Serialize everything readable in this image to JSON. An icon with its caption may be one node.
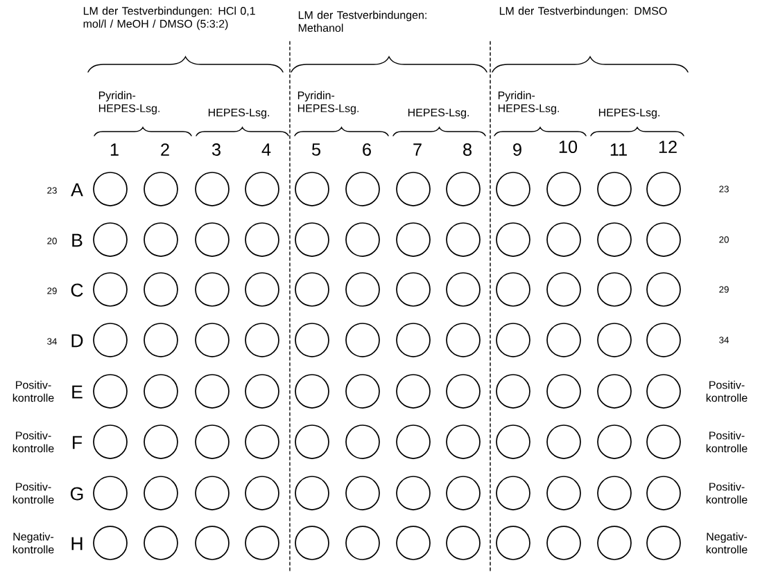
{
  "diagram": {
    "nodes": [
      {
        "text": [],
        "shape": "circle"
      },
      {
        "text": [],
        "shape": "circle"
      },
      {
        "text": [],
        "shape": "circle"
      },
      {
        "text": [],
        "shape": "circle"
      },
      {
        "text": [],
        "shape": "circle"
      },
      {
        "text": [],
        "shape": "circle"
      },
      {
        "text": [],
        "shape": "circle"
      },
      {
        "text": [],
        "shape": "circle"
      },
      {
        "text": [],
        "shape": "circle"
      },
      {
        "text": [],
        "shape": "circle"
      },
      {
        "text": [],
        "shape": "circle"
      },
      {
        "text": [],
        "shape": "circle"
      },
      {
        "text": [],
        "shape": "circle"
      },
      {
        "text": [],
        "shape": "circle"
      },
      {
        "text": [],
        "shape": "circle"
      },
      {
        "text": [],
        "shape": "circle"
      },
      {
        "text": [],
        "shape": "circle"
      },
      {
        "text": [],
        "shape": "circle"
      },
      {
        "text": [],
        "shape": "circle"
      },
      {
        "text": [],
        "shape": "circle"
      },
      {
        "text": [],
        "shape": "circle"
      },
      {
        "text": [],
        "shape": "circle"
      },
      {
        "text": [],
        "shape": "circle"
      },
      {
        "text": [],
        "shape": "circle"
      },
      {
        "text": [],
        "shape": "circle"
      },
      {
        "text": [],
        "shape": "circle"
      },
      {
        "text": [],
        "shape": "circle"
      },
      {
        "text": [],
        "shape": "circle"
      },
      {
        "text": [],
        "shape": "circle"
      },
      {
        "text": [],
        "shape": "circle"
      },
      {
        "text": [],
        "shape": "circle"
      },
      {
        "text": [],
        "shape": "circle"
      },
      {
        "text": [],
        "shape": "circle"
      },
      {
        "text": [],
        "shape": "circle"
      },
      {
        "text": [],
        "shape": "circle"
      },
      {
        "text": [],
        "shape": "circle"
      },
      {
        "text": [],
        "shape": "circle"
      },
      {
        "text": [],
        "shape": "circle"
      },
      {
        "text": [],
        "shape": "circle"
      },
      {
        "text": [],
        "shape": "circle"
      },
      {
        "text": [],
        "shape": "circle"
      },
      {
        "text": [],
        "shape": "circle"
      },
      {
        "text": [],
        "shape": "circle"
      },
      {
        "text": [],
        "shape": "circle"
      },
      {
        "text": [],
        "shape": "circle"
      },
      {
        "text": [],
        "shape": "circle"
      },
      {
        "text": [],
        "shape": "circle"
      },
      {
        "text": [],
        "shape": "circle"
      },
      {
        "text": [],
        "shape": "circle"
      },
      {
        "text": [],
        "shape": "circle"
      },
      {
        "text": [],
        "shape": "circle"
      },
      {
        "text": [],
        "shape": "circle"
      },
      {
        "text": [],
        "shape": "circle"
      },
      {
        "text": [],
        "shape": "circle"
      },
      {
        "text": [],
        "shape": "circle"
      },
      {
        "text": [],
        "shape": "circle"
      },
      {
        "text": [],
        "shape": "circle"
      },
      {
        "text": [],
        "shape": "circle"
      },
      {
        "text": [],
        "shape": "circle"
      },
      {
        "text": [],
        "shape": "circle"
      },
      {
        "text": [],
        "shape": "circle"
      },
      {
        "text": [],
        "shape": "circle"
      },
      {
        "text": [],
        "shape": "circle"
      },
      {
        "text": [],
        "shape": "circle"
      },
      {
        "text": [],
        "shape": "circle"
      },
      {
        "text": [],
        "shape": "circle"
      },
      {
        "text": [],
        "shape": "circle"
      },
      {
        "text": [],
        "shape": "circle"
      },
      {
        "text": [],
        "shape": "circle"
      },
      {
        "text": [],
        "shape": "circle"
      },
      {
        "text": [],
        "shape": "circle"
      },
      {
        "text": [],
        "shape": "circle"
      },
      {
        "text": [],
        "shape": "circle"
      },
      {
        "text": [],
        "shape": "circle"
      },
      {
        "text": [],
        "shape": "circle"
      },
      {
        "text": [],
        "shape": "circle"
      },
      {
        "text": [],
        "shape": "circle"
      },
      {
        "text": [],
        "shape": "circle"
      },
      {
        "text": [],
        "shape": "circle"
      },
      {
        "text": [],
        "shape": "circle"
      },
      {
        "text": [],
        "shape": "circle"
      },
      {
        "text": [],
        "shape": "circle"
      },
      {
        "text": [],
        "shape": "circle"
      },
      {
        "text": [],
        "shape": "circle"
      },
      {
        "text": [],
        "shape": "circle"
      },
      {
        "text": [],
        "shape": "circle"
      },
      {
        "text": [],
        "shape": "circle"
      },
      {
        "text": [],
        "shape": "circle"
      },
      {
        "text": [],
        "shape": "circle"
      },
      {
        "text": [],
        "shape": "circle"
      },
      {
        "text": [],
        "shape": "circle"
      },
      {
        "text": [],
        "shape": "circle"
      },
      {
        "text": [],
        "shape": "circle"
      },
      {
        "text": [],
        "shape": "circle"
      },
      {
        "text": [],
        "shape": "circle"
      },
      {
        "text": [],
        "shape": "circle"
      }
    ],
    "labels": [
      "LM der Testverbindungen: HCl 0,1 mol/l / MeOH / DMSO (5:3:2)",
      "LM der Testverbindungen: Methanol",
      "LM der Testverbindungen: DMSO",
      "Pyridin- HEPES-Lsg.",
      "HEPES-Lsg.",
      "Pyridin- HEPES-Lsg.",
      "HEPES-Lsg.",
      "Pyridin- HEPES-Lsg.",
      "HEPES-Lsg.",
      "1",
      "2",
      "3",
      "4",
      "5",
      "6",
      "7",
      "8",
      "9",
      "10",
      "11",
      "12",
      "23",
      "A",
      "23",
      "20",
      "B",
      "20",
      "29",
      "C",
      "29",
      "34",
      "D",
      "34",
      "Positiv- kontrolle",
      "E",
      "Positiv- kontrolle",
      "Positiv- kontrolle",
      "F",
      "Positiv- kontrolle",
      "Positiv- kontrolle",
      "G",
      "Positiv- kontrolle",
      "Negativ- kontrolle",
      "H",
      "Negativ- kontrolle"
    ]
  }
}
